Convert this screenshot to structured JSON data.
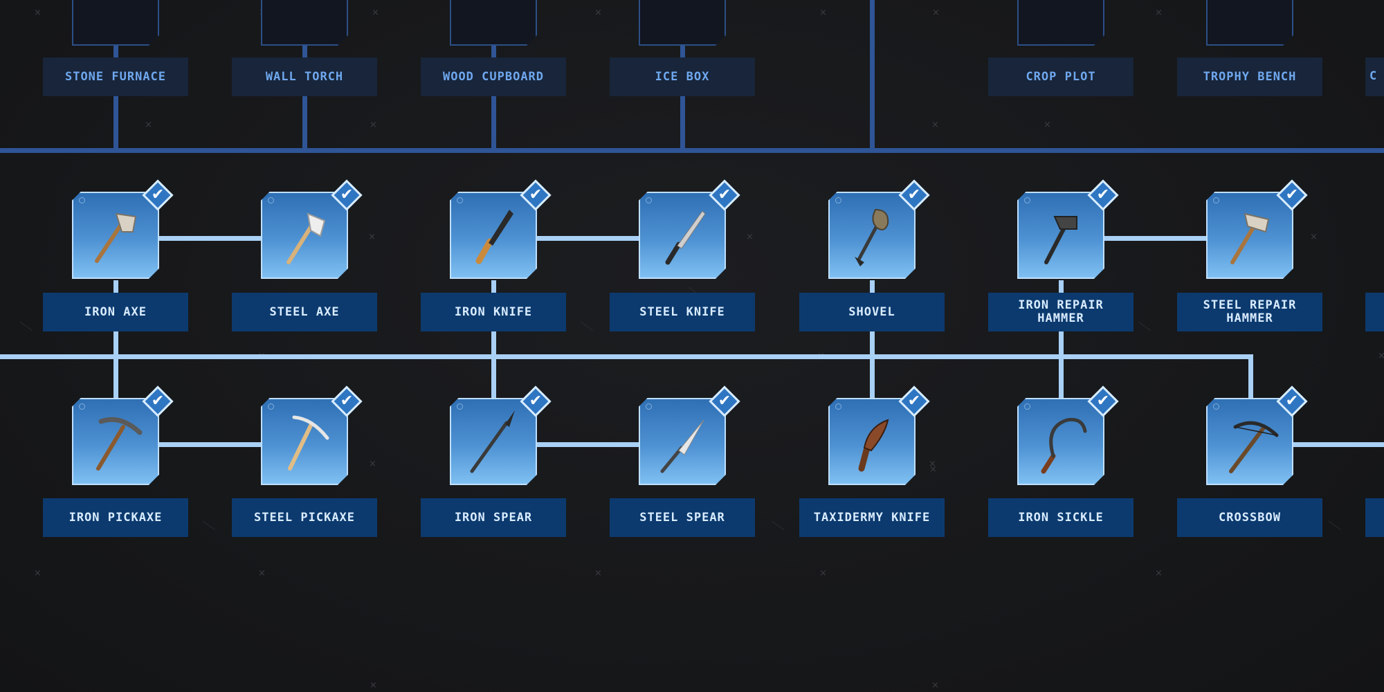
{
  "colors": {
    "background": "#161719",
    "dark_line": "#2f5597",
    "light_line": "#a9d0f5",
    "dark_label_text": "#6fa8ef",
    "light_label_bg": "#0c3a6e",
    "tile_gradient_top": "#2f6fb4",
    "tile_gradient_bottom": "#7fc0f2",
    "check_fill": "#2f76c2"
  },
  "tech_tree": {
    "top_row": [
      {
        "label": "STONE FURNACE",
        "icon": "stone-furnace-icon",
        "unlocked": false
      },
      {
        "label": "WALL TORCH",
        "icon": "wall-torch-icon",
        "unlocked": false
      },
      {
        "label": "WOOD CUPBOARD",
        "icon": "wood-cupboard-icon",
        "unlocked": false
      },
      {
        "label": "ICE BOX",
        "icon": "ice-box-icon",
        "unlocked": false
      },
      {
        "label": "CROP PLOT",
        "icon": "crop-plot-icon",
        "unlocked": false
      },
      {
        "label": "TROPHY BENCH",
        "icon": "trophy-bench-icon",
        "unlocked": false
      },
      {
        "label": "C",
        "icon": "partial-item-icon",
        "unlocked": false
      }
    ],
    "tools_row": [
      {
        "label": "IRON AXE",
        "icon": "iron-axe-icon",
        "unlocked": true
      },
      {
        "label": "STEEL AXE",
        "icon": "steel-axe-icon",
        "unlocked": true
      },
      {
        "label": "IRON KNIFE",
        "icon": "iron-knife-icon",
        "unlocked": true
      },
      {
        "label": "STEEL KNIFE",
        "icon": "steel-knife-icon",
        "unlocked": true
      },
      {
        "label": "SHOVEL",
        "icon": "shovel-icon",
        "unlocked": true
      },
      {
        "label": "IRON REPAIR HAMMER",
        "icon": "iron-repair-hammer-icon",
        "unlocked": true
      },
      {
        "label": "STEEL REPAIR HAMMER",
        "icon": "steel-repair-hammer-icon",
        "unlocked": true
      }
    ],
    "weapons_row": [
      {
        "label": "IRON PICKAXE",
        "icon": "iron-pickaxe-icon",
        "unlocked": true
      },
      {
        "label": "STEEL PICKAXE",
        "icon": "steel-pickaxe-icon",
        "unlocked": true
      },
      {
        "label": "IRON SPEAR",
        "icon": "iron-spear-icon",
        "unlocked": true
      },
      {
        "label": "STEEL SPEAR",
        "icon": "steel-spear-icon",
        "unlocked": true
      },
      {
        "label": "TAXIDERMY KNIFE",
        "icon": "taxidermy-knife-icon",
        "unlocked": true
      },
      {
        "label": "IRON SICKLE",
        "icon": "iron-sickle-icon",
        "unlocked": true
      },
      {
        "label": "CROSSBOW",
        "icon": "crossbow-icon",
        "unlocked": true
      }
    ],
    "check_icon": "checkmark-icon",
    "check_glyph": "✔"
  }
}
